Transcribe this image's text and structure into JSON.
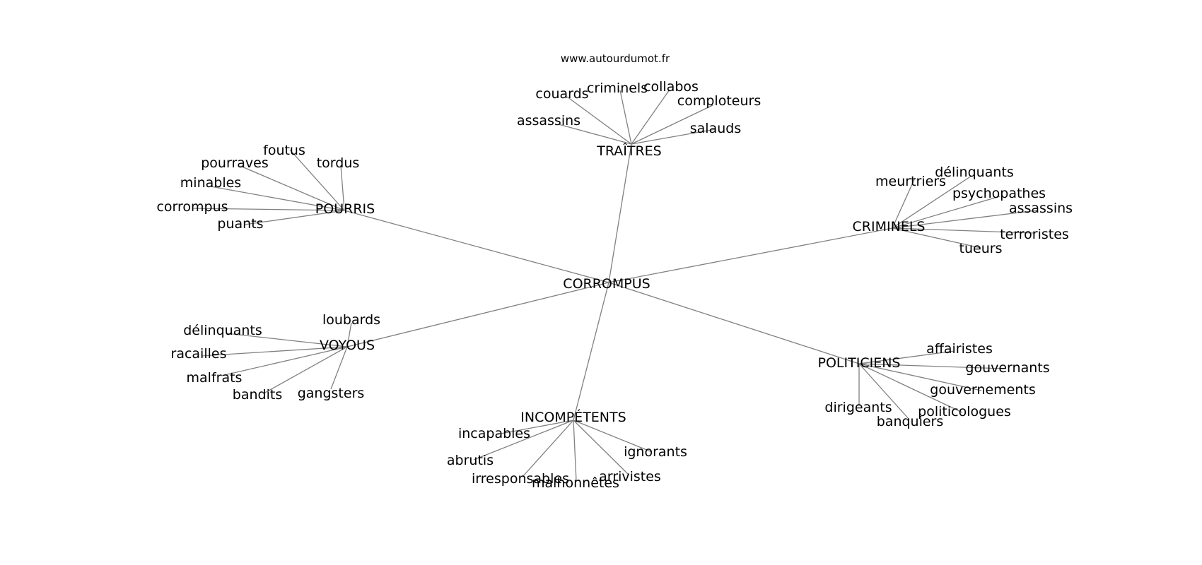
{
  "site_credit": "www.autourdumot.fr",
  "center": "CORROMPUS",
  "clusters": [
    {
      "label": "TRAÎTRES",
      "words": [
        "assassins",
        "couards",
        "criminels",
        "collabos",
        "comploteurs",
        "salauds"
      ]
    },
    {
      "label": "POURRIS",
      "words": [
        "foutus",
        "tordus",
        "pourraves",
        "minables",
        "corrompus",
        "puants"
      ]
    },
    {
      "label": "CRIMINELS",
      "words": [
        "meurtriers",
        "délinquants",
        "psychopathes",
        "assassins",
        "terroristes",
        "tueurs"
      ]
    },
    {
      "label": "VOYOUS",
      "words": [
        "loubards",
        "délinquants",
        "racailles",
        "malfrats",
        "bandits",
        "gangsters"
      ]
    },
    {
      "label": "POLITICIENS",
      "words": [
        "affairistes",
        "gouvernants",
        "gouvernements",
        "politicologues",
        "banquiers",
        "dirigeants"
      ]
    },
    {
      "label": "INCOMPÉTENTS",
      "words": [
        "incapables",
        "abrutis",
        "irresponsables",
        "malhonnêtes",
        "arrivistes",
        "ignorants"
      ]
    }
  ]
}
